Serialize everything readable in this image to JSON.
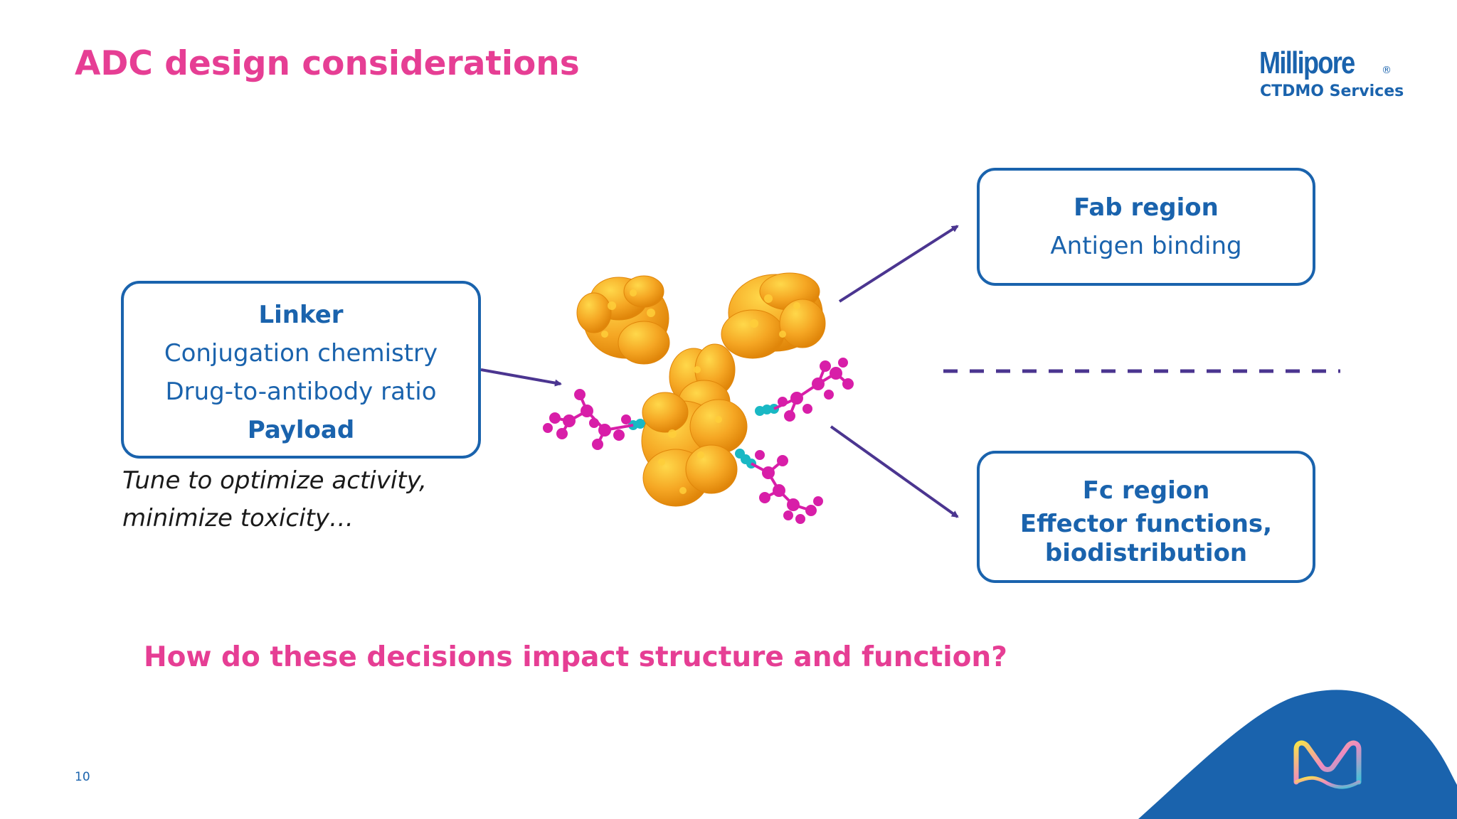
{
  "slide": {
    "title": "ADC design considerations",
    "page_number": "10",
    "question": "How do these decisions impact structure and function?"
  },
  "logo": {
    "wordmark": "Millipore",
    "registered": "®",
    "subtitle": "CTDMO Services"
  },
  "linker_box": {
    "heading": "Linker",
    "line1": "Conjugation chemistry",
    "line2": "Drug-to-antibody ratio",
    "footer": "Payload"
  },
  "note": {
    "line1": "Tune to optimize activity,",
    "line2": "minimize toxicity…"
  },
  "fab_box": {
    "heading": "Fab region",
    "detail": "Antigen binding"
  },
  "fc_box": {
    "heading": "Fc region",
    "detail_line1": "Effector functions,",
    "detail_line2": "biodistribution"
  },
  "colors": {
    "accent_pink": "#e63e94",
    "brand_blue": "#1a63ad",
    "arrow_purple": "#4b3590",
    "antibody_orange": "#f5a623",
    "payload_magenta": "#d81ea8",
    "linker_teal": "#19b8c4"
  },
  "icons": {
    "antibody": "antibody-adc-illustration",
    "brand_mark": "merck-m-logo"
  }
}
